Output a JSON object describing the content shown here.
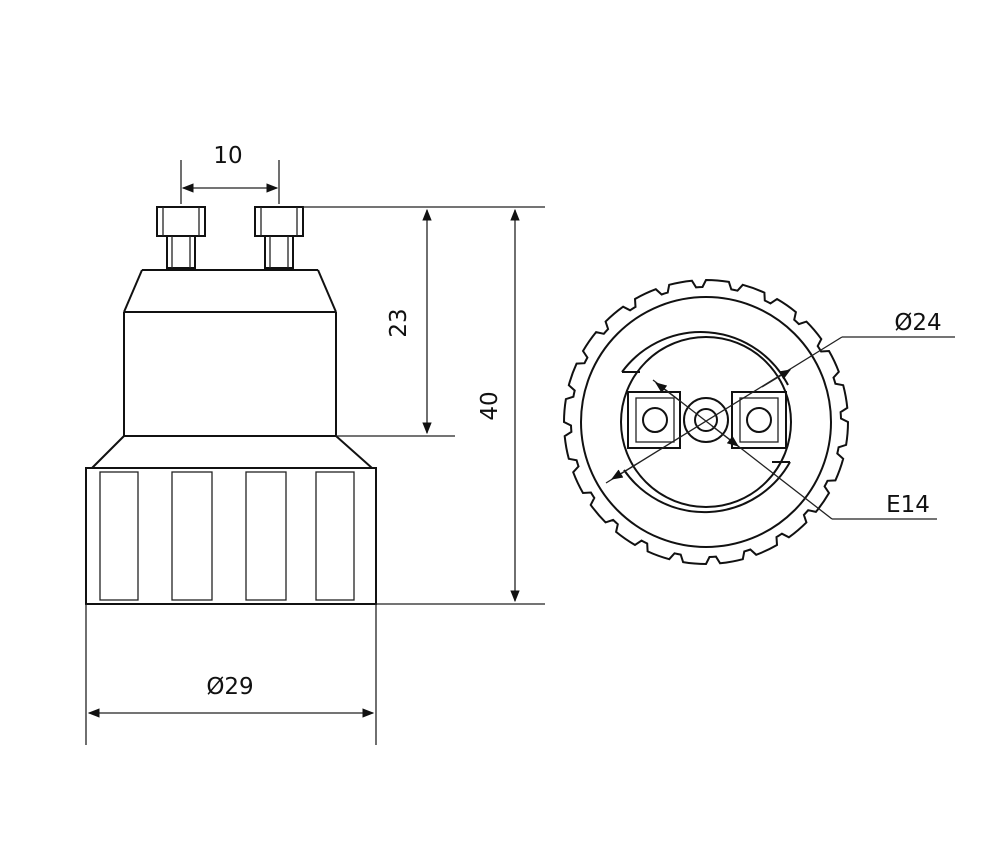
{
  "dimensions": {
    "pin_spacing": "10",
    "pin_height": "23",
    "total_height": "40",
    "base_diameter": "Ø29",
    "socket_diameter": "Ø24",
    "socket_type": "E14"
  },
  "colors": {
    "line": "#111111",
    "background": "#ffffff"
  }
}
